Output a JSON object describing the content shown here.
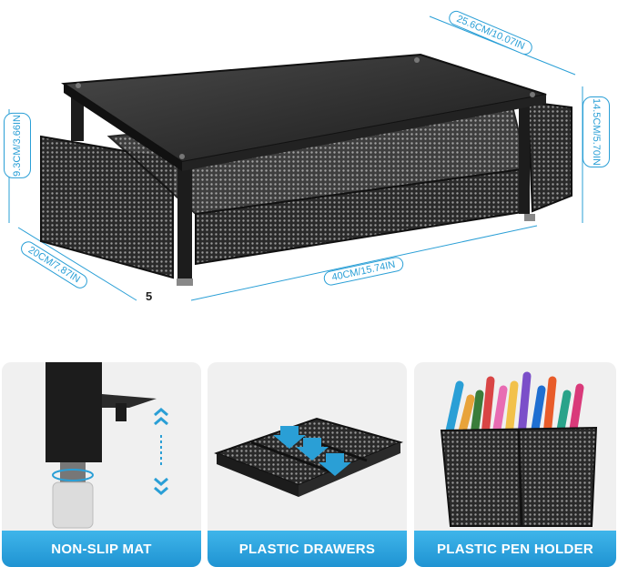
{
  "dimensions": {
    "depth_top": "25.6CM/10.07IN",
    "height_right": "14.5CM/5.70IN",
    "height_left": "9.3CM/3.66IN",
    "depth_left": "20CM/7.87IN",
    "width_bottom": "40CM/15.74IN"
  },
  "marker_number": "5",
  "panels": [
    {
      "label": "NON-SLIP MAT"
    },
    {
      "label": "PLASTIC DRAWERS"
    },
    {
      "label": "PLASTIC PEN HOLDER"
    }
  ],
  "colors": {
    "accent": "#2a9fd6",
    "product": "#1c1c1c",
    "panel_bg": "#f0f0f0"
  }
}
